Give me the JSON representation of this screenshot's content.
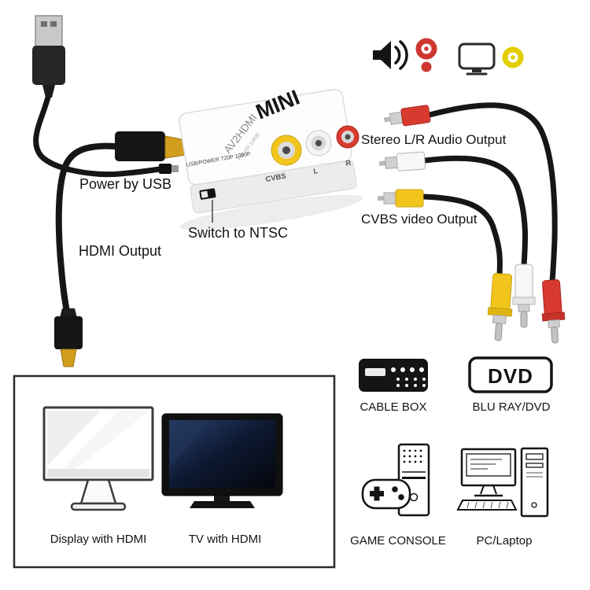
{
  "device": {
    "brand": "MINI",
    "model": "AV2HDMI",
    "badge": "Full HD 1080P",
    "panel_text": "USB/POWER  720P  1080P",
    "ports": [
      {
        "label": "CVBS",
        "color": "#f2c51d"
      },
      {
        "label": "L",
        "color": "#f4f4f4"
      },
      {
        "label": "R",
        "color": "#d93a30"
      }
    ]
  },
  "callouts": {
    "power_by_usb": "Power by USB",
    "switch_to_ntsc": "Switch to NTSC",
    "hdmi_output": "HDMI Output",
    "stereo_audio_output": "Stereo L/R Audio Output",
    "cvbs_video_output": "CVBS video Output"
  },
  "top_icons": [
    {
      "name": "speaker-icon"
    },
    {
      "name": "rca-red-icon",
      "color": "#cf3630"
    },
    {
      "name": "tv-icon"
    },
    {
      "name": "rca-yellow-icon",
      "color": "#e3cf00"
    }
  ],
  "devices_panel": {
    "display_label": "Display with HDMI",
    "tv_label": "TV with HDMI"
  },
  "compatible_devices": [
    {
      "label": "CABLE BOX"
    },
    {
      "label": "BLU RAY/DVD",
      "logo": "DVD"
    },
    {
      "label": "GAME CONSOLE"
    },
    {
      "label": "PC/Laptop"
    }
  ],
  "colors": {
    "cable": "#161616",
    "hdmi_gold": "#d19e1d",
    "rca_yellow": "#f2c51d",
    "rca_red": "#d93a30",
    "rca_white": "#f7f7f7"
  }
}
